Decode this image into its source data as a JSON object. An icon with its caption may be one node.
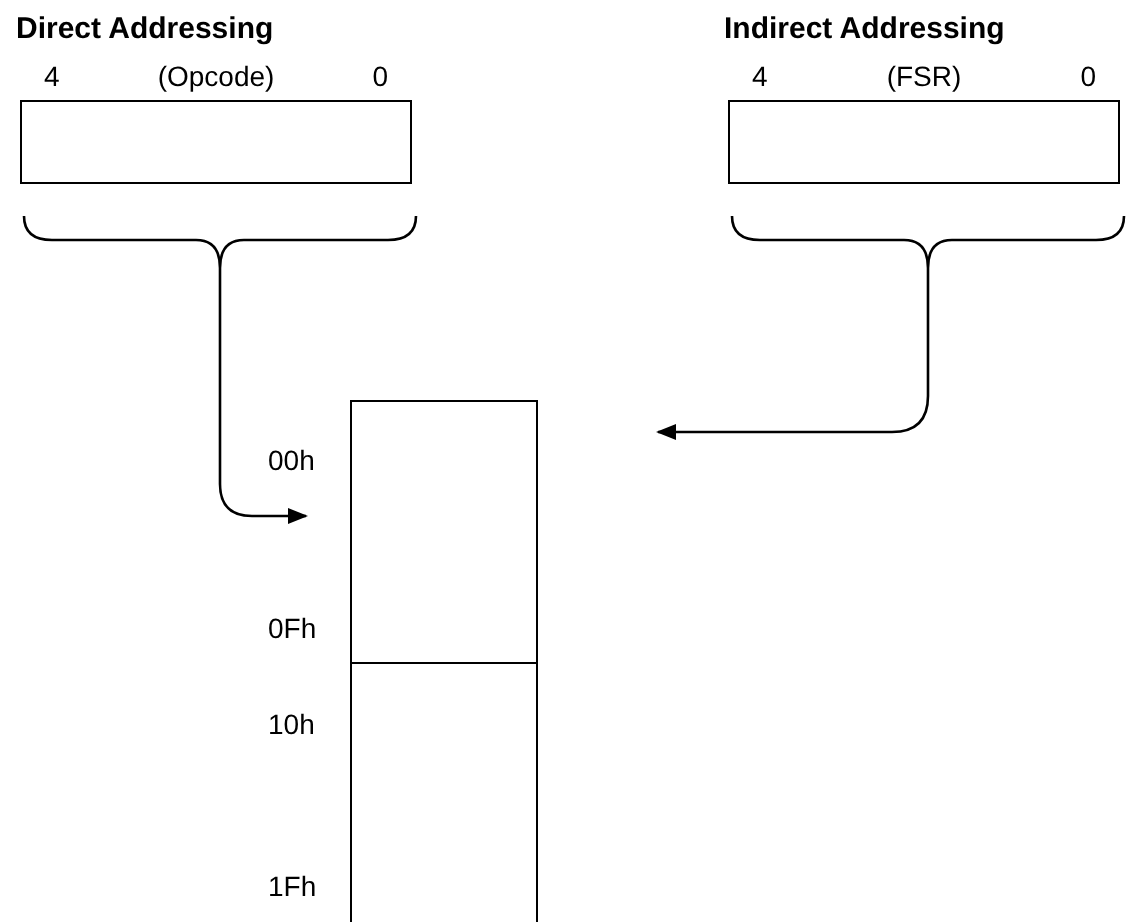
{
  "diagram": {
    "nodes": [
      {
        "text": [
          "Direct Addressing",
          "4",
          "(Opcode)",
          "0"
        ]
      },
      {
        "text": [
          "Indirect Addressing",
          "4",
          "(FSR)",
          "0"
        ]
      },
      {
        "text": [],
        "shape": "box",
        "beside": [
          "00h",
          "0Fh"
        ]
      },
      {
        "text": [],
        "shape": "box",
        "beside": [
          "10h",
          "1Fh"
        ]
      }
    ],
    "edges": [
      {
        "from": 0,
        "to": 2,
        "arrow": "to"
      },
      {
        "from": 1,
        "to": 2,
        "arrow": "to"
      }
    ]
  }
}
